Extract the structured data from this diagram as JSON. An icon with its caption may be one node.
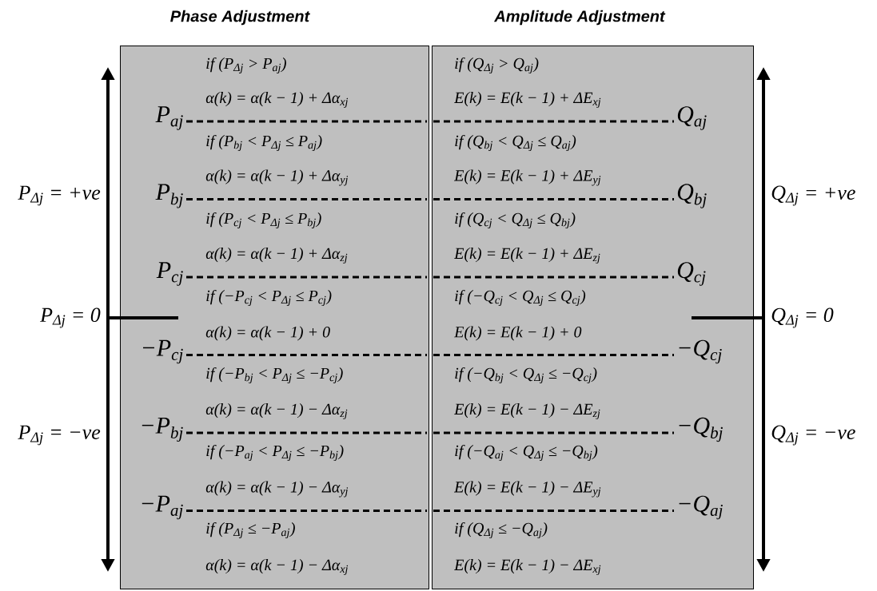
{
  "diagram": {
    "nodes": [
      {
        "text": [
          "Phase Adjustment",
          "if (P$_{Δj}$ > P$_{aj}$)",
          "α(k) = α(k − 1) + Δα$_{xj}$",
          "if (P$_{bj}$ < P$_{Δj}$ ≤ P$_{aj}$)",
          "α(k) = α(k − 1) + Δα$_{yj}$",
          "if (P$_{cj}$ < P$_{Δj}$ ≤ P$_{bj}$)",
          "α(k) = α(k − 1) + Δα$_{zj}$",
          "if (−P$_{cj}$ < P$_{Δj}$ ≤ P$_{cj}$)",
          "α(k) = α(k − 1) + 0",
          "if (−P$_{bj}$ < P$_{Δj}$ ≤ −P$_{cj}$)",
          "α(k) = α(k − 1) − Δα$_{zj}$",
          "if (−P$_{aj}$ < P$_{Δj}$ ≤ −P$_{bj}$)",
          "α(k) = α(k − 1) − Δα$_{yj}$",
          "if (P$_{Δj}$ ≤ −P$_{aj}$)",
          "α(k) = α(k − 1) − Δα$_{xj}$"
        ]
      },
      {
        "text": [
          "Amplitude Adjustment",
          "if (Q$_{Δj}$ > Q$_{aj}$)",
          "E(k) = E(k − 1) + ΔE$_{xj}$",
          "if (Q$_{bj}$ < Q$_{Δj}$ ≤ Q$_{aj}$)",
          "E(k) = E(k − 1) + ΔE$_{yj}$",
          "if (Q$_{cj}$ < Q$_{Δj}$ ≤ Q$_{bj}$)",
          "E(k) = E(k − 1) + ΔE$_{zj}$",
          "if (−Q$_{cj}$ < Q$_{Δj}$ ≤ Q$_{cj}$)",
          "E(k) = E(k − 1) + 0",
          "if (−Q$_{bj}$ < Q$_{Δj}$ ≤ −Q$_{cj}$)",
          "E(k) = E(k − 1) − ΔE$_{zj}$",
          "if (−Q$_{aj}$ < Q$_{Δj}$ ≤ −Q$_{bj}$)",
          "E(k) = E(k − 1) − ΔE$_{yj}$",
          "if (Q$_{Δj}$ ≤ −Q$_{aj}$)",
          "E(k) = E(k − 1) − ΔE$_{xj}$"
        ]
      }
    ],
    "labels": [
      "P$_{Δj}$ = +ve",
      "P$_{Δj}$ = 0",
      "P$_{Δj}$ = −ve",
      "P$_{aj}$",
      "P$_{bj}$",
      "P$_{cj}$",
      "−P$_{cj}$",
      "−P$_{bj}$",
      "−P$_{aj}$",
      "Q$_{aj}$",
      "Q$_{bj}$",
      "Q$_{cj}$",
      "−Q$_{cj}$",
      "−Q$_{bj}$",
      "−Q$_{aj}$",
      "Q$_{Δj}$ = +ve",
      "Q$_{Δj}$ = 0",
      "Q$_{Δj}$ = −ve"
    ]
  }
}
